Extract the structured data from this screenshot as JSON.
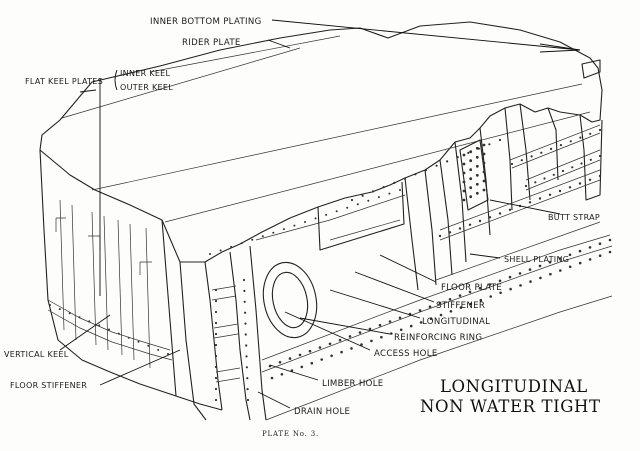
{
  "labels": {
    "inner_bottom_plating": "INNER BOTTOM PLATING",
    "rider_plate": "RIDER PLATE",
    "flat_keel_plates": "FLAT KEEL PLATES",
    "inner_keel": "INNER KEEL",
    "outer_keel": "OUTER KEEL",
    "butt_strap": "BUTT STRAP",
    "shell_plating": "SHELL PLATING",
    "floor_plate": "FLOOR PLATE",
    "stiffener": "STIFFENER",
    "longitudinal": "LONGITUDINAL",
    "reinforcing_ring": "REINFORCING RING",
    "access_hole": "ACCESS HOLE",
    "vertical_keel": "VERTICAL KEEL",
    "floor_stiffener": "FLOOR STIFFENER",
    "limber_hole": "LIMBER HOLE",
    "drain_hole": "DRAIN HOLE"
  },
  "title": {
    "line1": "LONGITUDINAL",
    "line2": "NON WATER TIGHT"
  },
  "caption": "PLATE No. 3."
}
